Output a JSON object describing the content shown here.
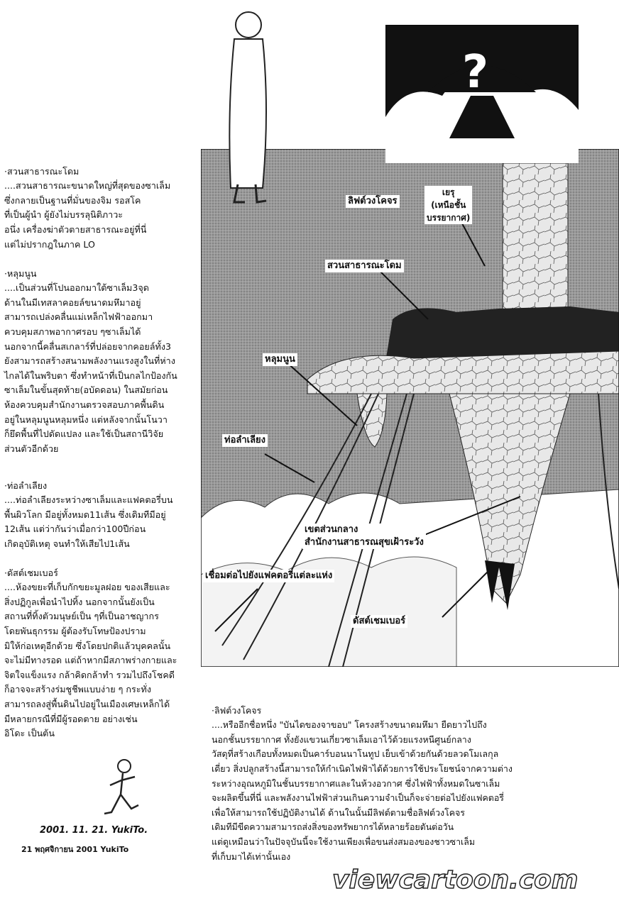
{
  "notes": [
    {
      "title": "·สวนสาธารณะโดม",
      "body": "....สวนสาธารณะขนาดใหญ่ที่สุดของซาเล็ม\nซึ่งกลายเป็นฐานที่มั่นของจิม รอสโค\nที่เป็นผู้นำ ผู้ยังไม่บรรลุนิติภาวะ\nอนึ่ง เครื่องฆ่าตัวตายสาธารณะอยู่ที่นี่\nแต่ไม่ปรากฎในภาค LO"
    },
    {
      "title": "·หลุมนูน",
      "body": "....เป็นส่วนที่โปนออกมาใต้ซาเล็ม3จุด\nด้านในมีเทสลาคอยล์ขนาดมหึมาอยู่\nสามารถเปล่งคลื่นแม่เหล็กไฟฟ้าออกมา\nควบคุมสภาพอากาศรอบ ๆซาเล็มได้\nนอกจากนี้คลื่นสเกลาร์ที่ปล่อยจากคอยล์ทั้ง3\nยังสามารถสร้างสนามพลังงานแรงสูงในที่ห่าง\nไกลได้ในพริบตา ซึ่งทำหน้าที่เป็นกลไกป้องกัน\nซาเล็มในขั้นสุดท้าย(อบัดดอน) ในสมัยก่อน\nห้องควบคุมสำนักงานตรวจสอบภาคพื้นดิน\nอยู่ในหลุมนูนหลุมหนึ่ง แต่หลังจากนั้นโนวา\nก็ยึดพื้นที่ไปดัดแปลง และใช้เป็นสถานีวิจัย\nส่วนตัวอีกด้วย"
    },
    {
      "title": "·ท่อลำเลียง",
      "body": "....ท่อลำเลียงระหว่างซาเล็มและแฟคตอรี่บน\nพื้นผิวโลก มีอยู่ทั้งหมด11เส้น ซึ่งเดิมทีมีอยู่\n12เส้น แต่ว่ากันว่าเมื่อกว่า100ปีก่อน\nเกิดอุบัติเหตุ จนทำให้เสียไป1เส้น"
    },
    {
      "title": "·ดัสต์เชมเบอร์",
      "body": "....ห้องขยะที่เก็บกักขยะมูลฝอย ของเสียและ\nสิ่งปฏิกูลเพื่อนำไปทิ้ง นอกจากนั้นยังเป็น\nสถานที่ทิ้งตัวมนุษย์เป็น ๆที่เป็นอาชญากร\nโดยพันธุกรรม ผู้ต้องรับโทษป้องปราม\nมิให้ก่อเหตุอีกด้วย ซึ่งโดยปกติแล้วบุคคลนั้น\nจะไม่มีทางรอด แต่ถ้าหากมีสภาพร่างกายและ\nจิตใจแข็งแรง กล้าคิดกล้าทำ รวมไปถึงโชคดี\nก็อาจจะสร้างร่มชูชีพแบบง่าย ๆ กระทั่ง\nสามารถลงสู่พื้นดินไปอยู่ในเมืองเศษเหล็กได้\nมีหลายกรณีที่มีผู้รอดตาย อย่างเช่น\nอิโดะ เป็นต้น"
    }
  ],
  "orbital": {
    "title": "·ลิฟต์วงโคจร",
    "body": "....หรืออีกชื่อหนึ่ง \"บันไดของจาขอบ\" โครงสร้างขนาดมหึมา ยืดยาวไปถึง\nนอกชั้นบรรยากาศ ทั้งยังแขวนเกี่ยวซาเล็มเอาไว้ด้วยแรงหนีศูนย์กลาง\nวัสดุที่สร้างเกือบทั้งหมดเป็นคาร์บอนนาโนทูป เย็บเข้าด้วยกันด้วยลวดโมเลกุล\nเดี่ยว สิ่งปลูกสร้างนี้สามารถให้กำเนิดไฟฟ้าได้ด้วยการใช้ประโยชน์จากความต่าง\nระหว่างอุณหภูมิในชั้นบรรยากาศและในห้วงอวกาศ ซึ่งไฟฟ้าทั้งหมดในซาเล็ม\nจะผลิตขึ้นที่นี่ และพลังงานไฟฟ้าส่วนเกินความจำเป็นก็จะจ่ายต่อไปยังแฟคตอรี่\nเพื่อให้สามารถใช้ปฏิบัติงานได้ ด้านในนั้นมีลิฟต์ตามชื่อลิฟต์วงโคจร\nเดิมทีมีขีดความสามารถส่งสิ่งของทรัพยากรได้หลายร้อยตันต่อวัน\nแต่ดูเหมือนว่าในปัจจุบันนี้จะใช้งานเพียงเพื่อขนส่งสมองของชาวซาเล็ม\nที่เก็บมาได้เท่านั้นเอง"
  },
  "labels": {
    "inset_mark": "?",
    "jeru": "เยรุ\n(เหนือชั้น\nบรรยากาศ)",
    "orbital_elevator": "ลิฟต์วงโคจร",
    "dome_park": "สวนสาธารณะโดม",
    "bulge": "หลุมนูน",
    "tube": "ท่อลำเลียง",
    "central": "เขตส่วนกลาง\nสำนักงานสาธารณสุขเฝ้าระวัง",
    "factories": "เชื่อมต่อไปยังแฟคตอรี่แต่ละแห่ง",
    "dust_chamber": "ดัสต์เชมเบอร์"
  },
  "signature": {
    "line1": "2001. 11. 21. YukiTo.",
    "line2": "21 พฤศจิกายน 2001 YukiTo"
  },
  "watermark": "viewcartoon.com"
}
